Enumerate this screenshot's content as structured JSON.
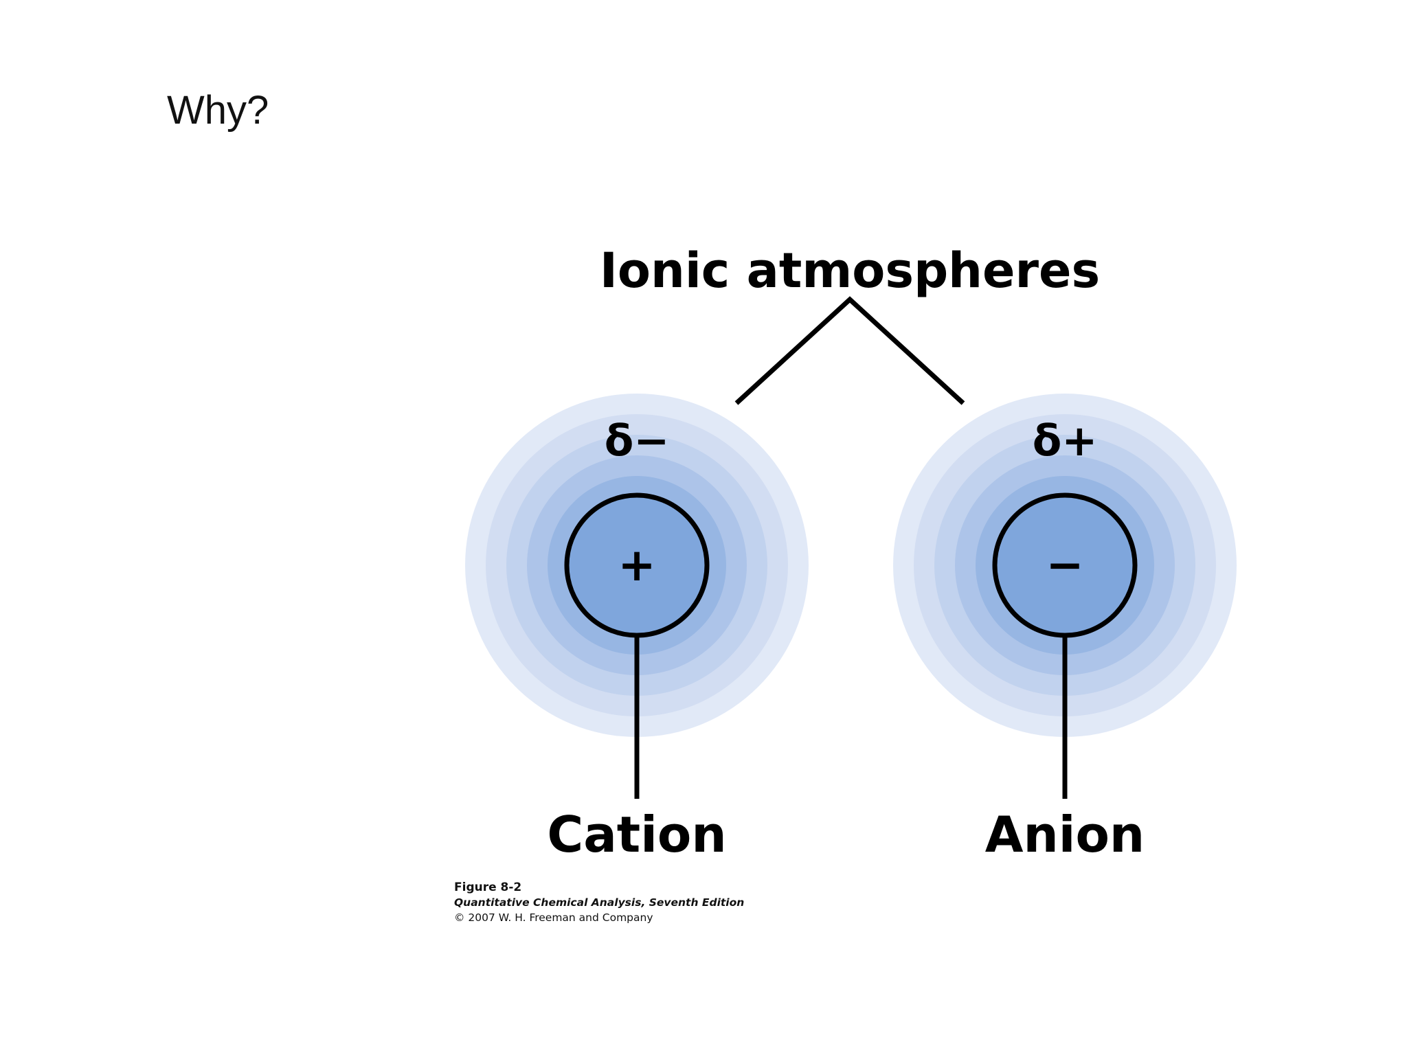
{
  "slide": {
    "title": "Why?"
  },
  "diagram": {
    "heading": "Ionic atmospheres",
    "cation": {
      "label": "Cation",
      "charge": "+",
      "atmosphere_charge": "δ−"
    },
    "anion": {
      "label": "Anion",
      "charge": "−",
      "atmosphere_charge": "δ+"
    },
    "colors": {
      "atmosphere_outer": "#dfe7f6",
      "atmosphere_inner": "#7fa6dc",
      "ion_fill": "#7fa6dc",
      "line": "#000000"
    }
  },
  "caption": {
    "figure": "Figure 8-2",
    "book": "Quantitative Chemical Analysis, Seventh Edition",
    "copyright": "© 2007 W. H. Freeman and Company"
  }
}
